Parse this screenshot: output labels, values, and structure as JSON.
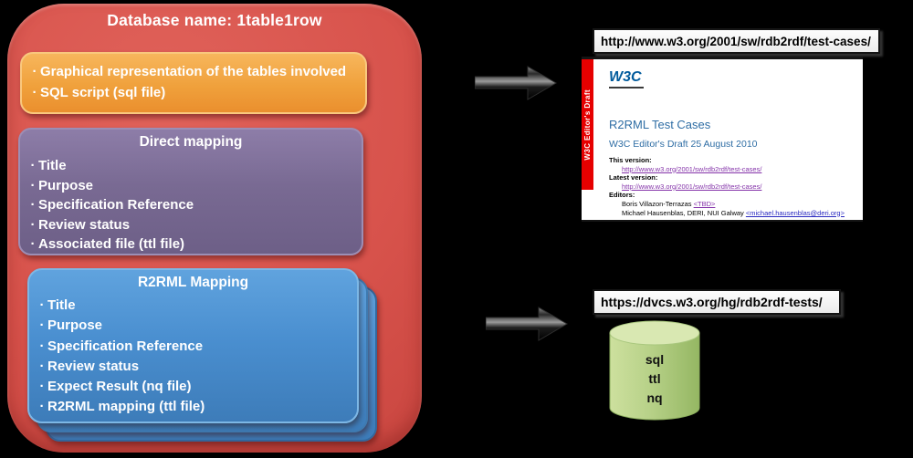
{
  "ui": {
    "bullet": "·"
  },
  "colors": {
    "background": "#000000",
    "red_panel": "#d7524b",
    "orange_card": "#f0a13c",
    "purple_card": "#796a93",
    "blue_card": "#4a8fd0",
    "cylinder_green": "#b5d086",
    "w3c_bar_red": "#e60000",
    "link_purple": "#8433a9",
    "page_heading_blue": "#2e6da4"
  },
  "database_panel": {
    "title": "Database name: 1table1row",
    "sql_card": {
      "items": [
        "Graphical representation of the tables involved",
        "SQL script (sql file)"
      ]
    },
    "direct_mapping_card": {
      "title": "Direct mapping",
      "items": [
        "Title",
        "Purpose",
        "Specification Reference",
        "Review status",
        "Associated file (ttl file)"
      ]
    },
    "r2rml_card": {
      "title": "R2RML Mapping",
      "items": [
        "Title",
        "Purpose",
        "Specification Reference",
        "Review status",
        "Expect Result (nq file)",
        "R2RML mapping (ttl file)"
      ]
    }
  },
  "test_cases_section": {
    "url": "http://www.w3.org/2001/sw/rdb2rdf/test-cases/",
    "page": {
      "sidebar_label": "W3C Editor's Draft",
      "logo": "W3C",
      "title": "R2RML Test Cases",
      "subtitle": "W3C Editor's Draft 25 August 2010",
      "this_version_label": "This version:",
      "this_version_link": "http://www.w3.org/2001/sw/rdb2rdf/test-cases/",
      "latest_version_label": "Latest version:",
      "latest_version_link": "http://www.w3.org/2001/sw/rdb2rdf/test-cases/",
      "editors_label": "Editors:",
      "editor1_name": "Boris Villazon-Terrazas ",
      "editor1_link": "<TBD>",
      "editor2_name": "Michael Hausenblas, DERI, NUI Galway ",
      "editor2_link": "<michael.hausenblas@deri.org>"
    }
  },
  "repo_section": {
    "url": "https://dvcs.w3.org/hg/rdb2rdf-tests/",
    "cylinder_labels": [
      "sql",
      "ttl",
      "nq"
    ]
  }
}
